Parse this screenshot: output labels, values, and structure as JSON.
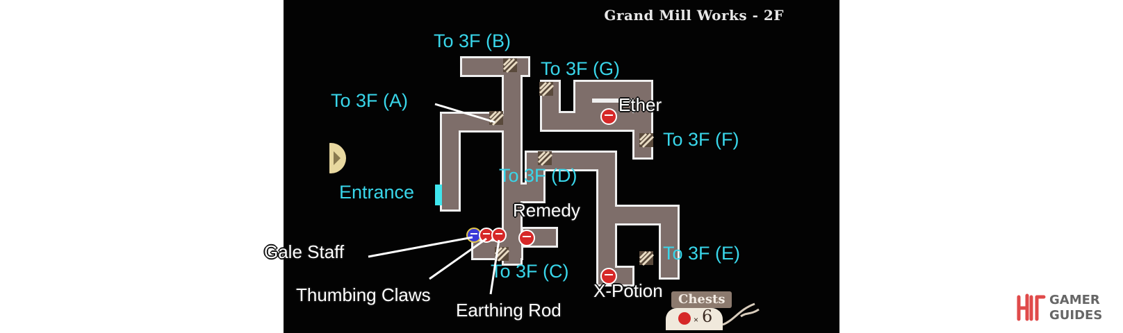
{
  "map": {
    "title": "Grand Mill Works - 2F",
    "chests_label": "Chests",
    "chest_count": "6"
  },
  "labels": {
    "to_3f_a": "To 3F (A)",
    "to_3f_b": "To 3F (B)",
    "to_3f_c": "To 3F (C)",
    "to_3f_d": "To 3F (D)",
    "to_3f_e": "To 3F (E)",
    "to_3f_f": "To 3F (F)",
    "to_3f_g": "To 3F (G)",
    "entrance": "Entrance"
  },
  "items": {
    "ether": "Ether",
    "remedy": "Remedy",
    "gale_staff": "Gale Staff",
    "thumbing_claws": "Thumbing Claws",
    "earthing_rod": "Earthing Rod",
    "x_potion": "X-Potion"
  },
  "watermark": {
    "line1": "GAMER",
    "line2": "GUIDES"
  },
  "colors": {
    "floor": "#7e6e6a",
    "wall": "#efefef",
    "background": "#030303",
    "exit_label": "#39d6ea",
    "chest": "#d62828",
    "special_chest": "#3a3ad8",
    "entrance_glow": "#3fe6ee"
  },
  "icons": [
    "stairs-icon",
    "treasure-chest-icon",
    "map-arrow-icon",
    "gamer-guides-logo"
  ]
}
